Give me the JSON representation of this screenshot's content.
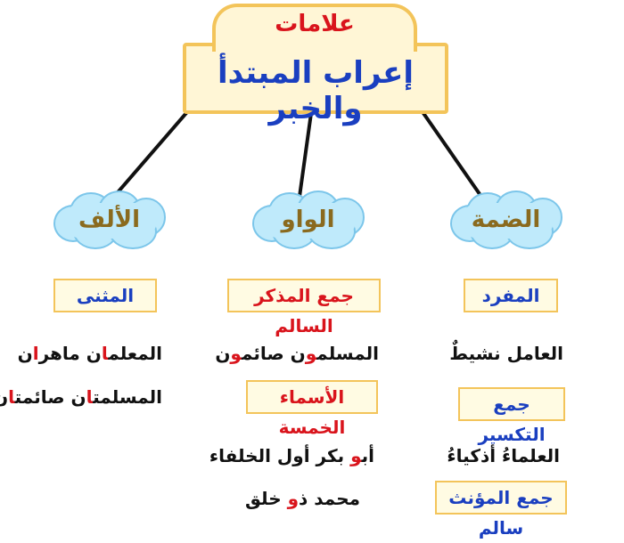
{
  "title": {
    "line1": "علامات",
    "line2": "إعراب المبتدأ والخبر"
  },
  "colors": {
    "red": "#d9141c",
    "blue": "#1a3fc0",
    "cloud": "#bfeafb",
    "box_border": "#f3c45a",
    "line": "#111111"
  },
  "columns": [
    {
      "sign": "الضمة",
      "categories": [
        "المفرد",
        "جمع التكسير",
        "جمع المؤنث سالم"
      ],
      "examples": [
        {
          "parts": [
            "العامل نشيطٌ"
          ]
        },
        {
          "parts": [
            "العلماءُ أذكياءُ"
          ]
        }
      ]
    },
    {
      "sign": "الواو",
      "categories": [
        "جمع المذكر السالم",
        "الأسماء الخمسة"
      ],
      "examples": [
        {
          "parts": [
            "المسلم",
            "و",
            "ن صائم",
            "و",
            "ن"
          ]
        },
        {
          "parts": [
            "أب",
            "و",
            " بكر أول الخلفاء"
          ]
        },
        {
          "parts": [
            "محمد ذ",
            "و",
            " خلق"
          ]
        }
      ]
    },
    {
      "sign": "الألف",
      "categories": [
        "المثنى"
      ],
      "examples": [
        {
          "parts": [
            "المعلم",
            "ا",
            "ن ماهر",
            "ا",
            "ن"
          ]
        },
        {
          "parts": [
            "المسلمت",
            "ا",
            "ن صائمت",
            "ا",
            "ن"
          ]
        }
      ]
    }
  ]
}
